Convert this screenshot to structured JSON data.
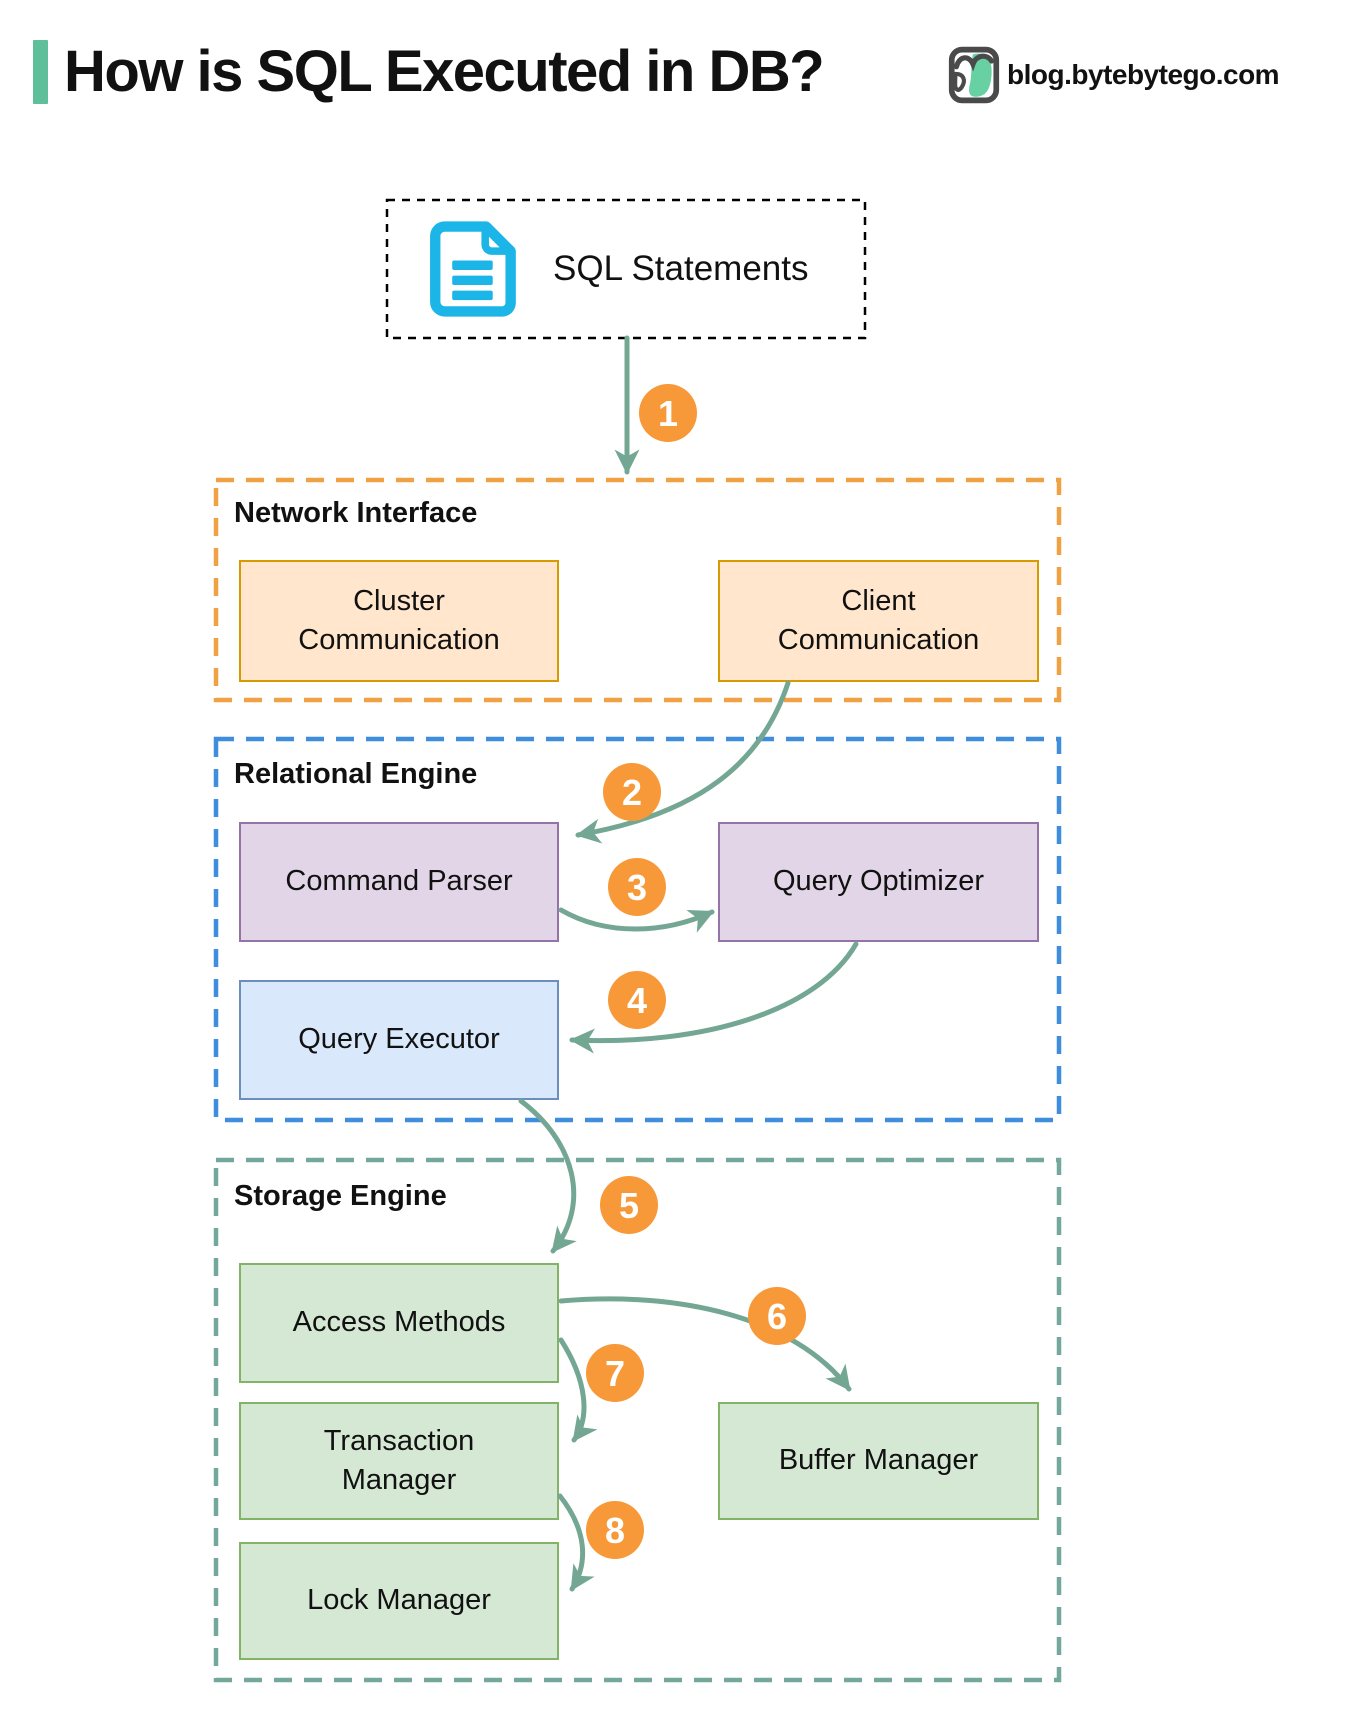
{
  "header": {
    "title": "How is SQL Executed in DB?",
    "brand": "blog.bytebytego.com"
  },
  "source_box": {
    "label": "SQL Statements",
    "icon": "document-icon"
  },
  "groups": [
    {
      "label": "Network Interface",
      "boxes": [
        {
          "label": "Cluster Communication"
        },
        {
          "label": "Client Communication"
        }
      ]
    },
    {
      "label": "Relational Engine",
      "boxes": [
        {
          "label": "Command Parser"
        },
        {
          "label": "Query Optimizer"
        },
        {
          "label": "Query Executor"
        }
      ]
    },
    {
      "label": "Storage Engine",
      "boxes": [
        {
          "label": "Access Methods"
        },
        {
          "label": "Buffer Manager"
        },
        {
          "label": "Transaction Manager"
        },
        {
          "label": "Lock Manager"
        }
      ]
    }
  ],
  "steps": [
    "1",
    "2",
    "3",
    "4",
    "5",
    "6",
    "7",
    "8"
  ],
  "colors": {
    "accent_bar": "#5FBF9B",
    "logo_green": "#68D1A4",
    "logo_outline": "#4A4A4A",
    "doc_icon": "#1CB5E8",
    "arrow": "#73A793",
    "step_badge": "#F79938",
    "step_text": "#FFFFFF",
    "source_border": "#000000",
    "network_border": "#EFA143",
    "relational_border": "#3E8EDD",
    "storage_border": "#74A89D",
    "peach": {
      "fill": "#FFE6CC",
      "border": "#D79B00"
    },
    "purple": {
      "fill": "#E1D5E7",
      "border": "#9673A6"
    },
    "blue": {
      "fill": "#DAE8FC",
      "border": "#6C8EBF"
    },
    "green": {
      "fill": "#D5E8D4",
      "border": "#82B366"
    }
  }
}
